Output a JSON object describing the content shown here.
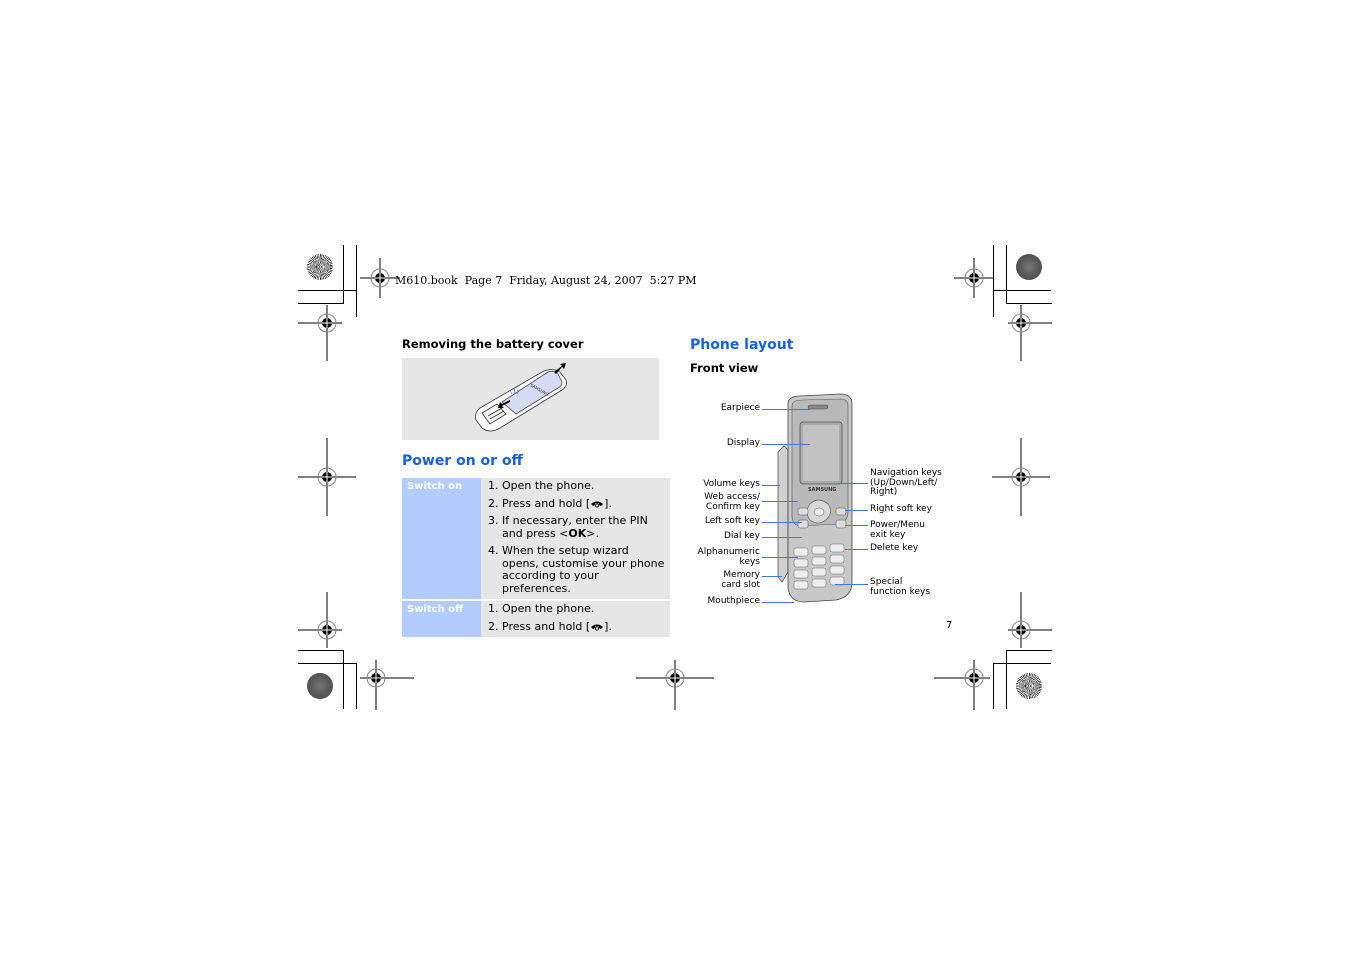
{
  "print_header": "M610.book  Page 7  Friday, August 24, 2007  5:27 PM",
  "left_column": {
    "battery_section_title": "Removing the battery cover",
    "battery_illustration": {
      "description": "phone-battery-cover-removal-illustration",
      "brand_text": "SAMSUNG"
    },
    "power_section_title": "Power on or off",
    "power_table": [
      {
        "label": "Switch on",
        "steps": [
          "Open the phone.",
          "Press and hold [",
          "If necessary, enter the PIN and press <",
          "When the setup wizard opens, customise your phone according to your preferences."
        ],
        "step2_suffix": "].",
        "step3_bold": "OK",
        "step3_suffix": ">."
      },
      {
        "label": "Switch off",
        "steps": [
          "Open the phone.",
          "Press and hold ["
        ],
        "step2_suffix": "]."
      }
    ],
    "key_icon": "end-call-phone-icon"
  },
  "right_column": {
    "section_title": "Phone layout",
    "subsection_title": "Front view",
    "phone_illustration": {
      "brand_text": "SAMSUNG"
    },
    "callouts_left": [
      {
        "id": "earpiece",
        "label": "Earpiece"
      },
      {
        "id": "display",
        "label": "Display"
      },
      {
        "id": "volume",
        "label": "Volume keys"
      },
      {
        "id": "web",
        "label": "Web access/\nConfirm key"
      },
      {
        "id": "left-soft",
        "label": "Left soft key"
      },
      {
        "id": "dial",
        "label": "Dial key"
      },
      {
        "id": "alpha",
        "label": "Alphanumeric\nkeys"
      },
      {
        "id": "memory",
        "label": "Memory\ncard slot"
      },
      {
        "id": "mouth",
        "label": "Mouthpiece"
      }
    ],
    "callouts_right": [
      {
        "id": "nav",
        "label": "Navigation keys\n(Up/Down/Left/\nRight)"
      },
      {
        "id": "right-soft",
        "label": "Right soft key"
      },
      {
        "id": "power",
        "label": "Power/Menu\nexit key"
      },
      {
        "id": "delete",
        "label": "Delete key"
      },
      {
        "id": "special",
        "label": "Special\nfunction keys"
      }
    ]
  },
  "page_number": "7",
  "colors": {
    "heading_blue": "#1560e0",
    "table_label_bg": "#b3ccff",
    "table_body_bg": "#e6e6e6",
    "callout_line": "#3a7be0"
  }
}
